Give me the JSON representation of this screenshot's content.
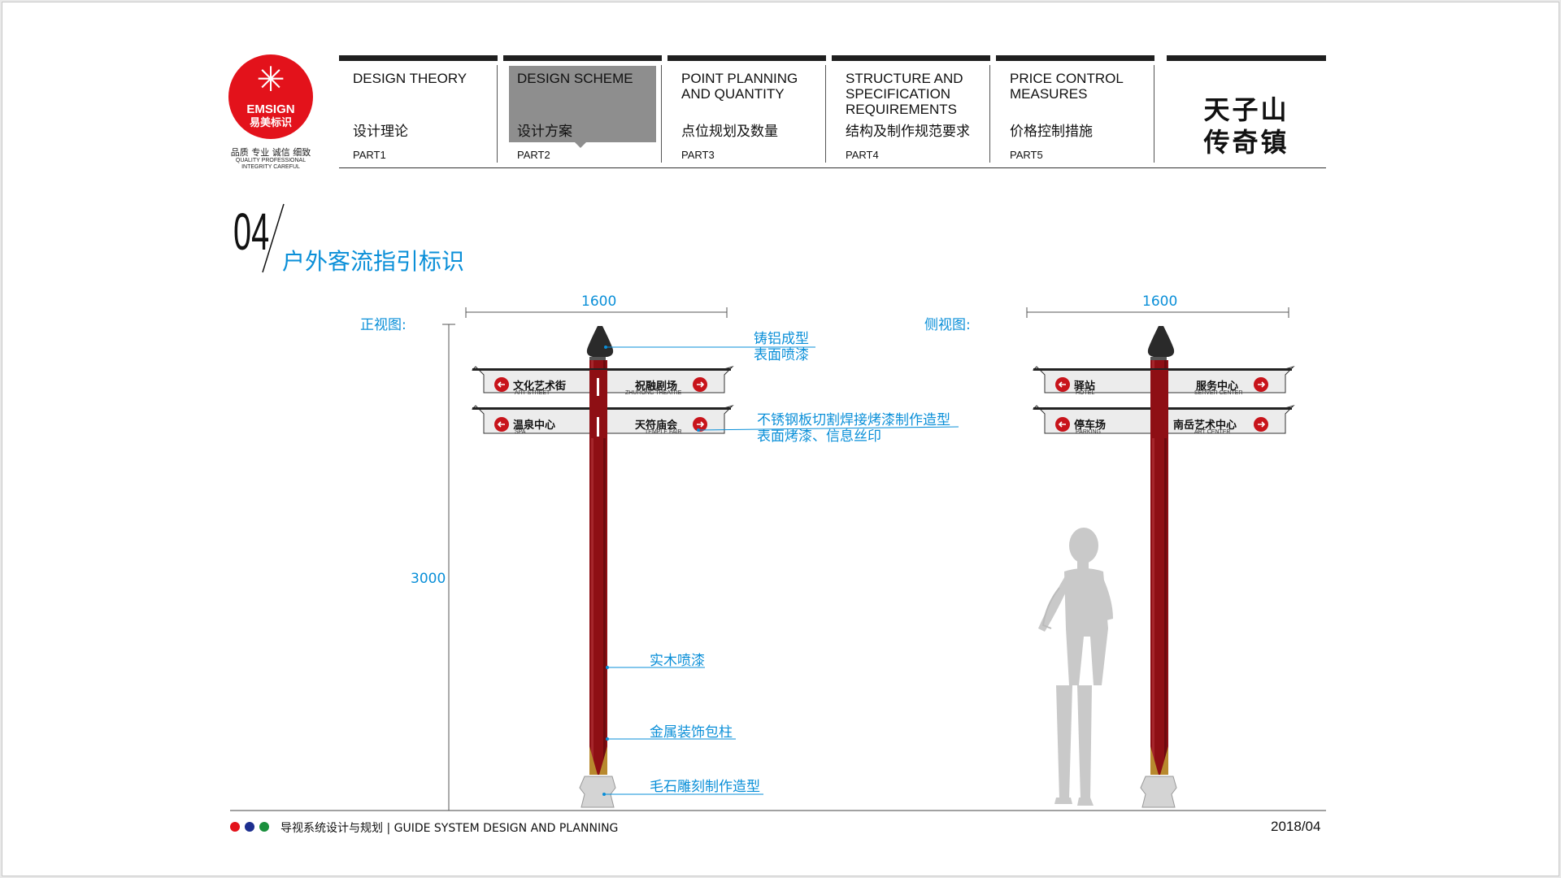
{
  "logo": {
    "en": "EMSIGN",
    "cn": "易美标识",
    "slogan_cn": "品质 专业 诚信 细致",
    "slogan_en_1": "QUALITY PROFESSIONAL",
    "slogan_en_2": "INTEGRITY CAREFUL"
  },
  "nav": [
    {
      "en": "DESIGN THEORY",
      "cn": "设计理论",
      "part": "PART1",
      "active": false
    },
    {
      "en": "DESIGN SCHEME",
      "cn": "设计方案",
      "part": "PART2",
      "active": true
    },
    {
      "en": "POINT PLANNING AND QUANTITY",
      "cn": "点位规划及数量",
      "part": "PART3",
      "active": false
    },
    {
      "en": "STRUCTURE AND SPECIFICATION REQUIREMENTS",
      "cn": "结构及制作规范要求",
      "part": "PART4",
      "active": false
    },
    {
      "en": "PRICE CONTROL MEASURES",
      "cn": "价格控制措施",
      "part": "PART5",
      "active": false
    }
  ],
  "brand": {
    "line1": "天子山",
    "line2": "传奇镇"
  },
  "section": {
    "number": "04",
    "title": "户外客流指引标识"
  },
  "views": {
    "front": "正视图:",
    "side": "侧视图:"
  },
  "dimensions": {
    "width_front": "1600",
    "width_side": "1600",
    "height": "3000"
  },
  "notes": {
    "top": [
      "铸铝成型",
      "表面喷漆"
    ],
    "panel": [
      "不锈钢板切割焊接烤漆制作造型",
      "表面烤漆、信息丝印"
    ],
    "pole": "实木喷漆",
    "wrap": "金属装饰包柱",
    "base": "毛石雕刻制作造型"
  },
  "signs_front": {
    "top_left": {
      "cn": "文化艺术街",
      "en": "ART STREET"
    },
    "top_right": {
      "cn": "祝融剧场",
      "en": "ZHURONG THEATRE"
    },
    "bottom_left": {
      "cn": "温泉中心",
      "en": "SPA"
    },
    "bottom_right": {
      "cn": "天符庙会",
      "en": "TEMPLE FAIR"
    }
  },
  "signs_side": {
    "top_left": {
      "cn": "驿站",
      "en": "HOTEL"
    },
    "top_right": {
      "cn": "服务中心",
      "en": "SERVER CENTER"
    },
    "bottom_left": {
      "cn": "停车场",
      "en": "PARKING"
    },
    "bottom_right": {
      "cn": "南岳艺术中心",
      "en": "ART CENTER"
    }
  },
  "footer": {
    "text": "导视系统设计与规划 | GUIDE SYSTEM DESIGN AND PLANNING",
    "date": "2018/04"
  },
  "colors": {
    "accent_blue": "#0a8fd8",
    "pole_red": "#8e0f14",
    "logo_red": "#e3121b",
    "dot_red": "#e3121b",
    "dot_blue": "#1d2f8f",
    "dot_green": "#1a8f3c"
  }
}
